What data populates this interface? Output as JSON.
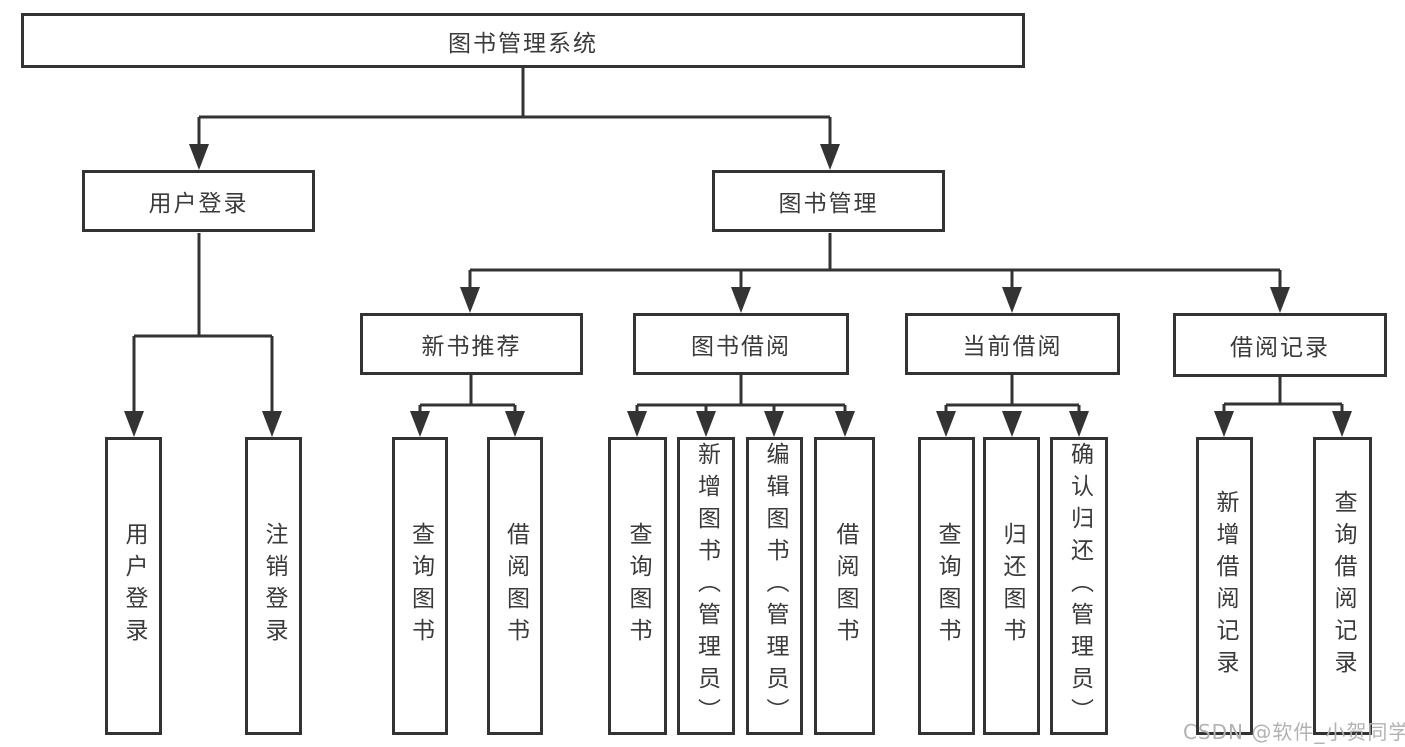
{
  "diagram": {
    "watermark": "CSDN @软件_小贺同学",
    "colors": {
      "line": "#333333",
      "box_border": "#333333",
      "box_background": "#ffffff",
      "text": "#3a3a3a",
      "watermark_text": "#b2b2b2"
    },
    "nodes": {
      "root": {
        "label": "图书管理系统"
      },
      "login": {
        "label": "用户登录"
      },
      "mgmt": {
        "label": "图书管理"
      },
      "rec": {
        "label": "新书推荐"
      },
      "borrow": {
        "label": "图书借阅"
      },
      "current": {
        "label": "当前借阅"
      },
      "records": {
        "label": "借阅记录"
      },
      "login_user": {
        "label": "用户登录"
      },
      "login_logout": {
        "label": "注销登录"
      },
      "rec_query": {
        "label": "查询图书"
      },
      "rec_borrow": {
        "label": "借阅图书"
      },
      "borrow_query": {
        "label": "查询图书"
      },
      "borrow_add": {
        "label": "新增图书（管理员）"
      },
      "borrow_edit": {
        "label": "编辑图书（管理员）"
      },
      "borrow_borrow": {
        "label": "借阅图书"
      },
      "current_query": {
        "label": "查询图书"
      },
      "current_return": {
        "label": "归还图书"
      },
      "current_confirm": {
        "label": "确认归还（管理员）"
      },
      "records_add": {
        "label": "新增借阅记录"
      },
      "records_query": {
        "label": "查询借阅记录"
      }
    },
    "tree": {
      "root": "图书管理系统",
      "children": [
        {
          "label": "用户登录",
          "children": [
            "用户登录",
            "注销登录"
          ]
        },
        {
          "label": "图书管理",
          "children": [
            {
              "label": "新书推荐",
              "children": [
                "查询图书",
                "借阅图书"
              ]
            },
            {
              "label": "图书借阅",
              "children": [
                "查询图书",
                "新增图书（管理员）",
                "编辑图书（管理员）",
                "借阅图书"
              ]
            },
            {
              "label": "当前借阅",
              "children": [
                "查询图书",
                "归还图书",
                "确认归还（管理员）"
              ]
            },
            {
              "label": "借阅记录",
              "children": [
                "新增借阅记录",
                "查询借阅记录"
              ]
            }
          ]
        }
      ]
    }
  }
}
